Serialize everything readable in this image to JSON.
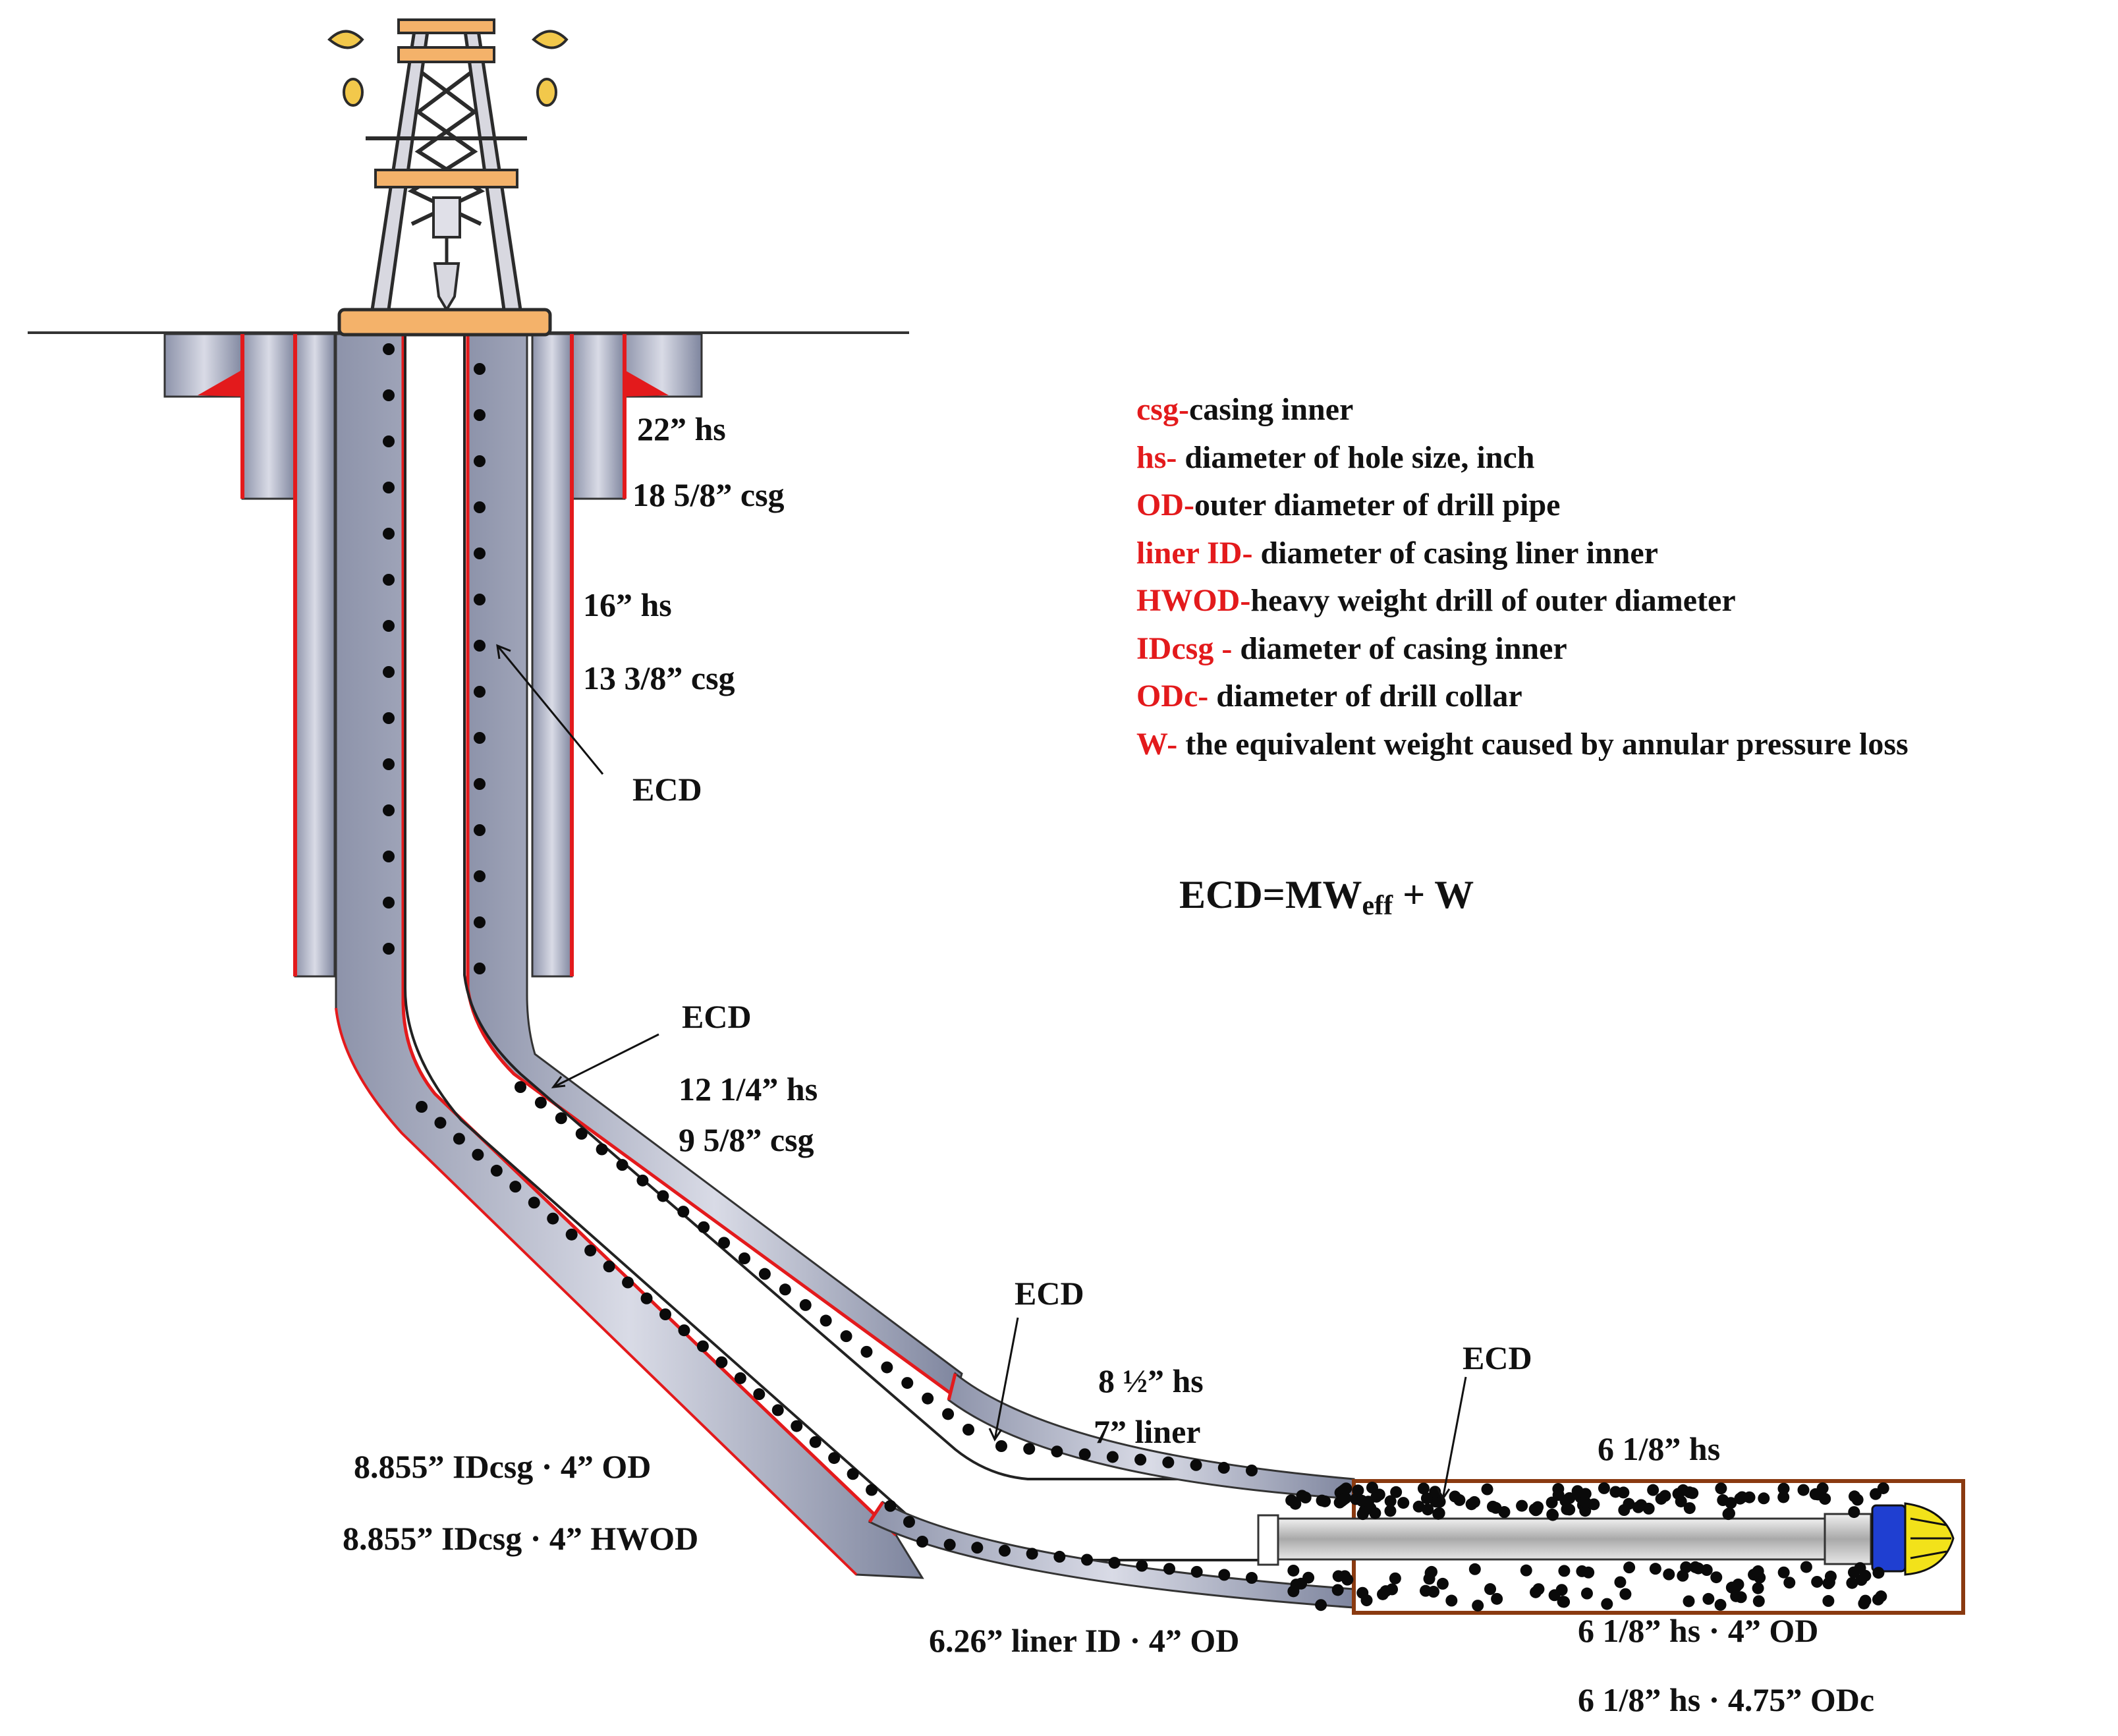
{
  "labels": {
    "hs22": "22” hs",
    "csg18": "18 5/8” csg",
    "hs16": "16” hs",
    "csg13": "13 3/8” csg",
    "ecd1": "ECD",
    "ecd2": "ECD",
    "hs12": "12 1/4” hs",
    "csg9": "9 5/8” csg",
    "ecd3": "ECD",
    "hs8": "8 ½” hs",
    "liner7": "7” liner",
    "ecd4": "ECD",
    "hs6": "6 1/8” hs",
    "idcsg_od": "8.855” IDcsg · 4” OD",
    "idcsg_hwod": "8.855” IDcsg · 4” HWOD",
    "liner_id_od": "6.26” liner ID · 4” OD",
    "hs6_od": "6 1/8” hs · 4” OD",
    "hs6_odc": "6 1/8” hs · 4.75” ODc"
  },
  "legend": [
    {
      "abbr": "csg-",
      "text": "casing inner"
    },
    {
      "abbr": "hs-",
      "text": " diameter of hole size, inch"
    },
    {
      "abbr": "OD-",
      "text": "outer diameter of drill pipe"
    },
    {
      "abbr": "liner ID-",
      "text": " diameter of casing liner inner"
    },
    {
      "abbr": "HWOD-",
      "text": "heavy weight drill of outer diameter"
    },
    {
      "abbr": "IDcsg -",
      "text": " diameter of casing inner"
    },
    {
      "abbr": "ODc-",
      "text": " diameter of drill collar"
    },
    {
      "abbr": "W-",
      "text": " the equivalent weight caused by annular pressure loss"
    }
  ],
  "formula": {
    "lhs": "ECD=MW",
    "sub": "eff",
    "rhs": " + W"
  },
  "colors": {
    "casing_line": "#e31a1c",
    "formation": "#9aa0b4",
    "rig_frame": "#2b2b2b",
    "rig_beam": "#f4b26a",
    "oil_drop": "#f2c84b",
    "bit_blue": "#1f3fd1",
    "bit_yellow": "#f2e21a",
    "open_hole": "#8a3a10",
    "cuttings": "#0a0a0a"
  }
}
